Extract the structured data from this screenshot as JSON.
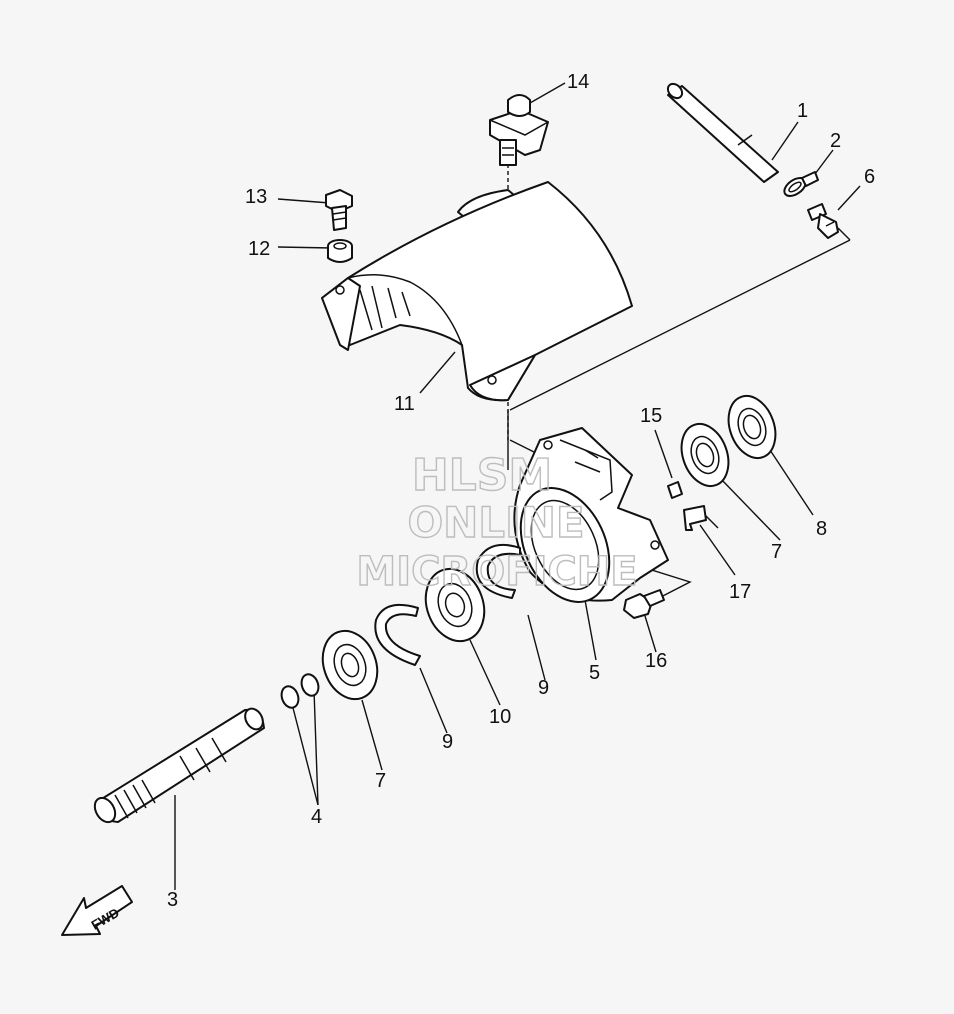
{
  "callouts": {
    "c1": "1",
    "c2": "2",
    "c3": "3",
    "c4": "4",
    "c5": "5",
    "c6": "6",
    "c7a": "7",
    "c7b": "7",
    "c8": "8",
    "c9a": "9",
    "c9b": "9",
    "c10": "10",
    "c11": "11",
    "c12": "12",
    "c13": "13",
    "c14": "14",
    "c15": "15",
    "c16": "16",
    "c17": "17"
  },
  "watermark": {
    "line1": "HLSM",
    "line2": "ONLINE",
    "line3": "MICROFICHE"
  },
  "direction": {
    "label": "FWD",
    "icon": "forward-arrow-icon"
  },
  "colors": {
    "background": "#f6f6f6",
    "ink": "#111111",
    "watermark": "#bdbdbd"
  }
}
